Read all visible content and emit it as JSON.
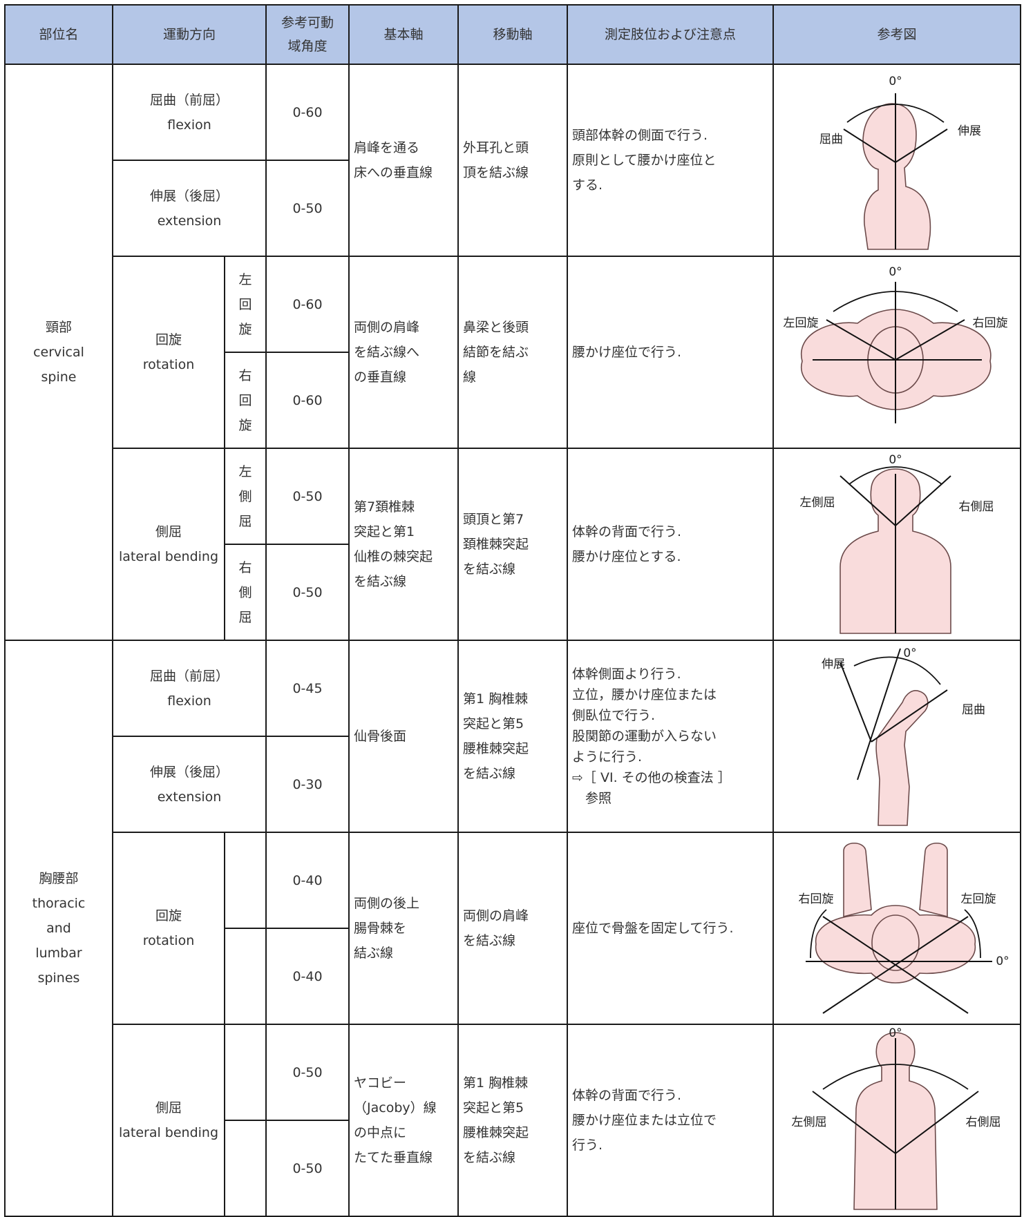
{
  "header": {
    "part": "部位名",
    "motion": "運動方向",
    "rom": "参考可動\n域角度",
    "base_axis": "基本軸",
    "move_axis": "移動軸",
    "notes": "測定肢位および注意点",
    "figure": "参考図"
  },
  "cervical": {
    "part": "頸部\ncervical\nspine",
    "flexion": "屈曲（前屈）\nflexion",
    "flexion_rom": "0-60",
    "extension": "伸展（後屈）\nextension",
    "extension_rom": "0-50",
    "fe_base": "肩峰を通る\n床への垂直線",
    "fe_move": "外耳孔と頭\n頂を結ぶ線",
    "fe_notes": "頭部体幹の側面で行う.\n原則として腰かけ座位と\nする.",
    "fe_fig": {
      "zero": "0°",
      "left": "屈曲",
      "right": "伸展"
    },
    "rotation": "回旋\nrotation",
    "rot_left": "左\n回\n旋",
    "rot_left_rom": "0-60",
    "rot_right": "右\n回\n旋",
    "rot_right_rom": "0-60",
    "rot_base": "両側の肩峰\nを結ぶ線へ\nの垂直線",
    "rot_move": "鼻梁と後頭\n結節を結ぶ\n線",
    "rot_notes": "腰かけ座位で行う.",
    "rot_fig": {
      "zero": "0°",
      "left": "左回旋",
      "right": "右回旋"
    },
    "bend": "側屈\nlateral bending",
    "bend_left": "左\n側\n屈",
    "bend_left_rom": "0-50",
    "bend_right": "右\n側\n屈",
    "bend_right_rom": "0-50",
    "bend_base": "第7頚椎棘\n突起と第1\n仙椎の棘突起\nを結ぶ線",
    "bend_move": "頭頂と第7\n頚椎棘突起\nを結ぶ線",
    "bend_notes": "体幹の背面で行う.\n腰かけ座位とする.",
    "bend_fig": {
      "zero": "0°",
      "left": "左側屈",
      "right": "右側屈"
    }
  },
  "thoracic": {
    "part": "胸腰部\nthoracic\nand\nlumbar\nspines",
    "flexion": "屈曲（前屈）\nflexion",
    "flexion_rom": "0-45",
    "extension": "伸展（後屈）\nextension",
    "extension_rom": "0-30",
    "fe_base": "仙骨後面",
    "fe_move": "第1 胸椎棘\n突起と第5\n腰椎棘突起\nを結ぶ線",
    "fe_notes": "体幹側面より行う.\n立位，腰かけ座位または\n側臥位で行う.\n股関節の運動が入らない\nように行う.\n⇨［ VI. その他の検査法 ］\n　参照",
    "fe_fig": {
      "zero": "0°",
      "left": "伸展",
      "right": "屈曲"
    },
    "rotation": "回旋\nrotation",
    "rot_rom1": "0-40",
    "rot_rom2": "0-40",
    "rot_base": "両側の後上\n腸骨棘を\n結ぶ線",
    "rot_move": "両側の肩峰\nを結ぶ線",
    "rot_notes": "座位で骨盤を固定して行う.",
    "rot_fig": {
      "zero": "0°",
      "left": "右回旋",
      "right": "左回旋"
    },
    "bend": "側屈\nlateral bending",
    "bend_rom1": "0-50",
    "bend_rom2": "0-50",
    "bend_base": "ヤコビー\n（Jacoby）線\nの中点に\nたてた垂直線",
    "bend_move": "第1 胸椎棘\n突起と第5\n腰椎棘突起\nを結ぶ線",
    "bend_notes": "体幹の背面で行う.\n腰かけ座位または立位で\n行う.",
    "bend_fig": {
      "zero": "0°",
      "left": "左側屈",
      "right": "右側屈"
    }
  }
}
